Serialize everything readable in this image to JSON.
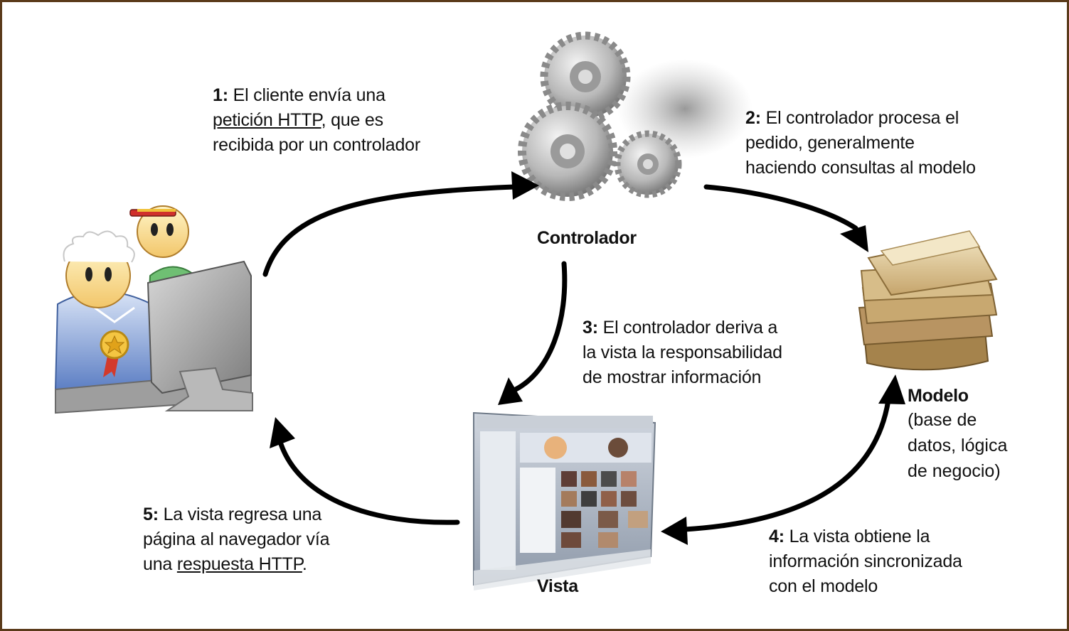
{
  "nodes": {
    "controller": {
      "label": "Controlador",
      "icon": "gears-icon"
    },
    "model": {
      "label": "Modelo",
      "description": [
        "(base de",
        "datos, lógica",
        "de negocio)"
      ],
      "icon": "paper-stack-icon"
    },
    "view": {
      "label": "Vista",
      "icon": "browser-screenshot-icon"
    },
    "client": {
      "icon": "users-at-computer-icon"
    }
  },
  "steps": [
    {
      "num": "1:",
      "lines": [
        {
          "pre": " El cliente envía una",
          "link": "",
          "post": ""
        },
        {
          "pre": "",
          "link": "petición HTTP",
          "post": ", que es"
        },
        {
          "pre": "recibida por un controlador",
          "link": "",
          "post": ""
        }
      ]
    },
    {
      "num": "2:",
      "lines": [
        {
          "pre": " El controlador procesa el",
          "link": "",
          "post": ""
        },
        {
          "pre": "pedido, generalmente",
          "link": "",
          "post": ""
        },
        {
          "pre": "haciendo consultas al modelo",
          "link": "",
          "post": ""
        }
      ]
    },
    {
      "num": "3:",
      "lines": [
        {
          "pre": " El controlador deriva a",
          "link": "",
          "post": ""
        },
        {
          "pre": "la vista la responsabilidad",
          "link": "",
          "post": ""
        },
        {
          "pre": "de mostrar información",
          "link": "",
          "post": ""
        }
      ]
    },
    {
      "num": "4:",
      "lines": [
        {
          "pre": " La vista obtiene la",
          "link": "",
          "post": ""
        },
        {
          "pre": "información sincronizada",
          "link": "",
          "post": ""
        },
        {
          "pre": "con el modelo",
          "link": "",
          "post": ""
        }
      ]
    },
    {
      "num": "5:",
      "lines": [
        {
          "pre": " La vista regresa una",
          "link": "",
          "post": ""
        },
        {
          "pre": "página al navegador vía",
          "link": "",
          "post": ""
        },
        {
          "pre": "una ",
          "link": "respuesta HTTP",
          "post": "."
        }
      ]
    }
  ],
  "colors": {
    "border": "#5a3a1a",
    "arrow": "#000000",
    "text": "#111111"
  }
}
